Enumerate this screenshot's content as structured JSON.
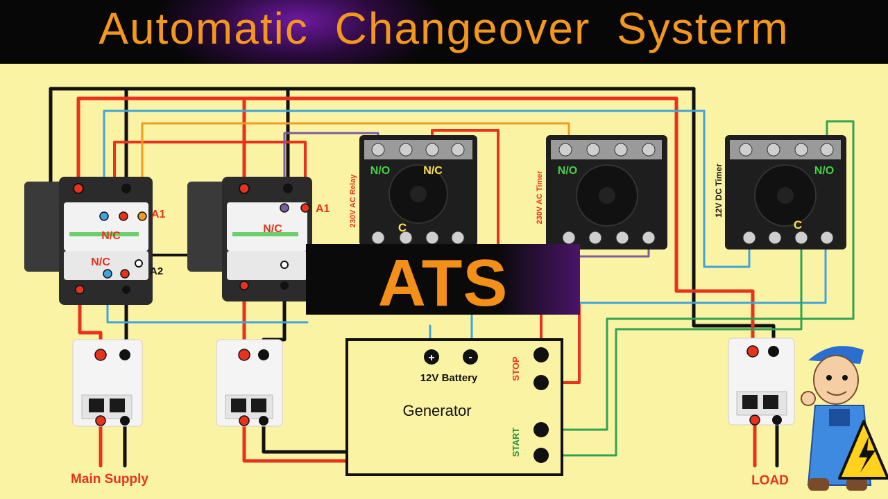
{
  "header": {
    "title": "Automatic  Changeover  Systerm"
  },
  "ats_label": "ATS",
  "contactors": [
    {
      "terminal_a1": "A1",
      "terminal_a2": "A2",
      "nc_top": "N/C",
      "nc_bottom": "N/C"
    },
    {
      "terminal_a1": "A1",
      "nc_top": "N/C"
    }
  ],
  "relays": [
    {
      "name": "230V AC Relay",
      "no": "N/O",
      "nc": "N/C",
      "c": "C"
    },
    {
      "name": "230V AC Timer",
      "no": "N/O"
    },
    {
      "name": "12V  DC  Timer",
      "no": "N/O",
      "c": "C"
    }
  ],
  "generator": {
    "label": "Generator",
    "battery": "12V Battery",
    "plus": "+",
    "minus": "-",
    "stop": "STOP",
    "start": "START"
  },
  "labels": {
    "main_supply": "Main Supply",
    "load": "LOAD"
  },
  "colors": {
    "red": "#E8321E",
    "black": "#111111",
    "blue": "#3FA4DC",
    "orange": "#F29A22",
    "purple": "#7B5C9E",
    "green": "#2FA352",
    "background": "#FBF3A4"
  }
}
